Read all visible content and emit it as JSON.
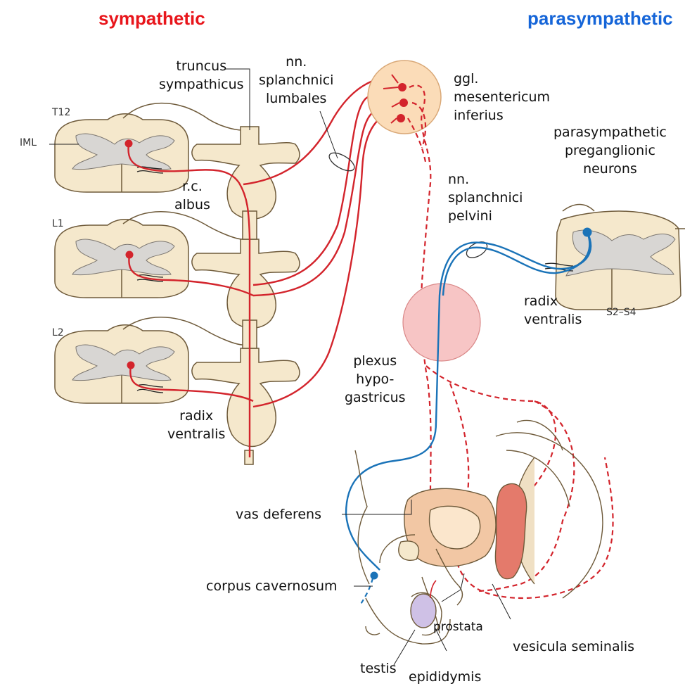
{
  "headers": {
    "sympathetic": "sympathetic",
    "parasympathetic": "parasympathetic",
    "sympathetic_color": "#e8151b",
    "parasympathetic_color": "#1565d8"
  },
  "colors": {
    "sympathetic_fiber": "#d3242c",
    "parasympathetic_fiber": "#1a73b8",
    "cord_fill": "#f5e8cc",
    "grey_matter": "#d8d6d3",
    "ganglion_fill": "#fbdcb8",
    "plexus_fill": "#f7c5c5"
  },
  "segment_labels": {
    "t12": "T12",
    "l1": "L1",
    "l2": "L2",
    "s2_s4": "S2–S4",
    "iml": "IML"
  },
  "labels": {
    "truncus": "truncus\nsympathicus",
    "nn_splanchnici_lumbales": "nn.\nsplanchnici\nlumbales",
    "ggl": "ggl.\nmesentericum\ninferius",
    "rc_albus": "r.c.\nalbus",
    "parasym_neurons": "parasympathetic\npreganglionic\nneurons",
    "nn_splanchnici_pelvini": "nn.\nsplanchnici\npelvini",
    "radix_ventralis_right": "radix\nventralis",
    "radix_ventralis_left": "radix\nventralis",
    "plexus": "plexus\nhypo-\ngastricus",
    "vas_deferens": "vas deferens",
    "corpus_cavernosum": "corpus cavernosum",
    "prostata": "prostata",
    "vesicula_seminalis": "vesicula seminalis",
    "testis": "testis",
    "epididymis": "epididymis"
  }
}
